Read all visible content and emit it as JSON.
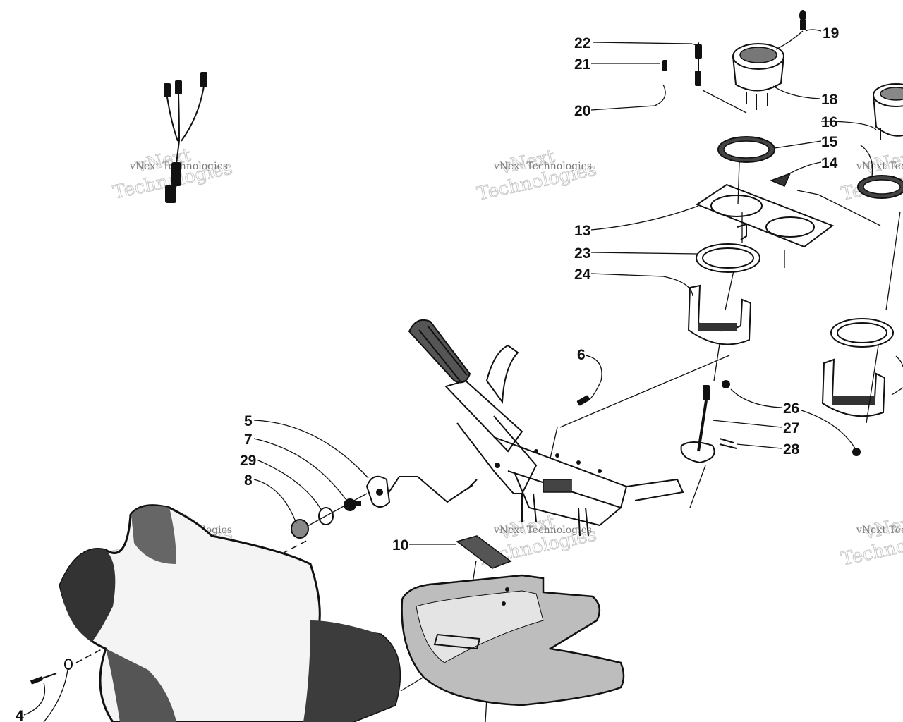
{
  "diagram": {
    "labels": [
      {
        "id": "p19",
        "text": "19"
      },
      {
        "id": "p22",
        "text": "22"
      },
      {
        "id": "p21",
        "text": "21"
      },
      {
        "id": "p18",
        "text": "18"
      },
      {
        "id": "p20",
        "text": "20"
      },
      {
        "id": "p16",
        "text": "16"
      },
      {
        "id": "p15",
        "text": "15"
      },
      {
        "id": "p14",
        "text": "14"
      },
      {
        "id": "p13",
        "text": "13"
      },
      {
        "id": "p23",
        "text": "23"
      },
      {
        "id": "p24",
        "text": "24"
      },
      {
        "id": "p6",
        "text": "6"
      },
      {
        "id": "p26",
        "text": "26"
      },
      {
        "id": "p27",
        "text": "27"
      },
      {
        "id": "p28",
        "text": "28"
      },
      {
        "id": "p5",
        "text": "5"
      },
      {
        "id": "p7",
        "text": "7"
      },
      {
        "id": "p29",
        "text": "29"
      },
      {
        "id": "p8",
        "text": "8"
      },
      {
        "id": "p10",
        "text": "10"
      },
      {
        "id": "p4",
        "text": "4"
      }
    ],
    "watermark": {
      "small_text": "vNext Technologies",
      "word_top": "vNext",
      "word_bottom": "Technologies"
    }
  }
}
